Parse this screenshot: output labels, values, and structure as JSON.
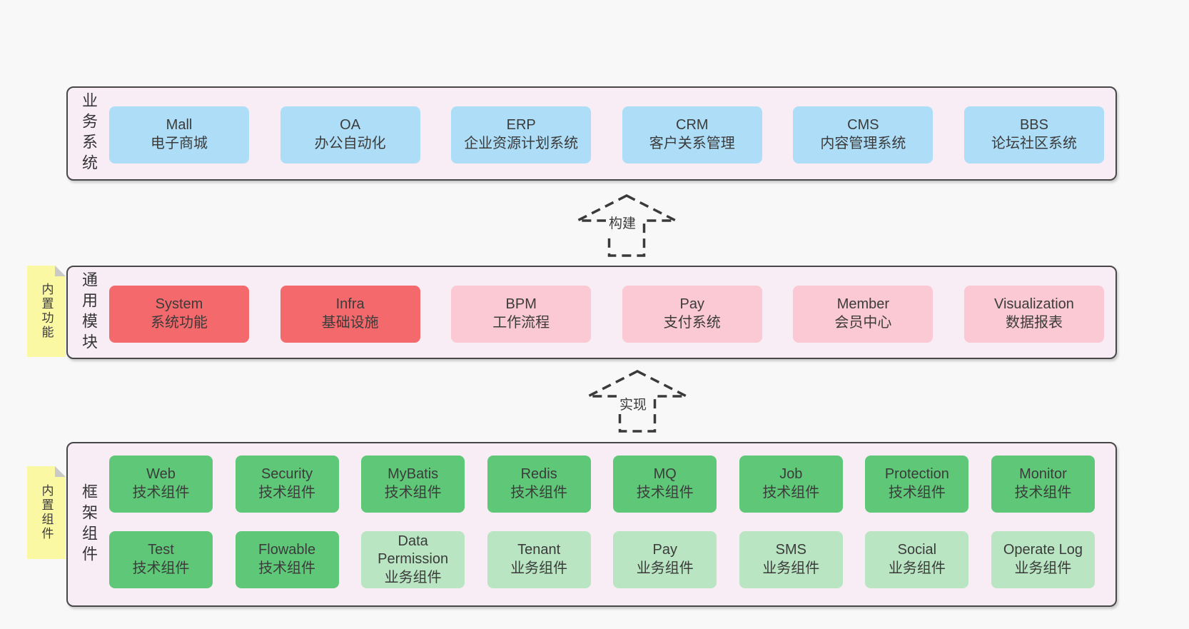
{
  "diagram": {
    "layers": [
      {
        "label": "业务系统",
        "boxes": [
          {
            "title": "Mall",
            "subtitle": "电子商城",
            "type": "blue"
          },
          {
            "title": "OA",
            "subtitle": "办公自动化",
            "type": "blue"
          },
          {
            "title": "ERP",
            "subtitle": "企业资源计划系统",
            "type": "blue"
          },
          {
            "title": "CRM",
            "subtitle": "客户关系管理",
            "type": "blue"
          },
          {
            "title": "CMS",
            "subtitle": "内容管理系统",
            "type": "blue"
          },
          {
            "title": "BBS",
            "subtitle": "论坛社区系统",
            "type": "blue"
          }
        ]
      },
      {
        "label": "通用模块",
        "note": "内置功能",
        "boxes": [
          {
            "title": "System",
            "subtitle": "系统功能",
            "type": "red"
          },
          {
            "title": "Infra",
            "subtitle": "基础设施",
            "type": "red"
          },
          {
            "title": "BPM",
            "subtitle": "工作流程",
            "type": "pink"
          },
          {
            "title": "Pay",
            "subtitle": "支付系统",
            "type": "pink"
          },
          {
            "title": "Member",
            "subtitle": "会员中心",
            "type": "pink"
          },
          {
            "title": "Visualization",
            "subtitle": "数据报表",
            "type": "pink"
          }
        ]
      },
      {
        "label": "框架组件",
        "note": "内置组件",
        "rows": [
          [
            {
              "title": "Web",
              "subtitle": "技术组件",
              "type": "green"
            },
            {
              "title": "Security",
              "subtitle": "技术组件",
              "type": "green"
            },
            {
              "title": "MyBatis",
              "subtitle": "技术组件",
              "type": "green"
            },
            {
              "title": "Redis",
              "subtitle": "技术组件",
              "type": "green"
            },
            {
              "title": "MQ",
              "subtitle": "技术组件",
              "type": "green"
            },
            {
              "title": "Job",
              "subtitle": "技术组件",
              "type": "green"
            },
            {
              "title": "Protection",
              "subtitle": "技术组件",
              "type": "green"
            },
            {
              "title": "Monitor",
              "subtitle": "技术组件",
              "type": "green"
            }
          ],
          [
            {
              "title": "Test",
              "subtitle": "技术组件",
              "type": "green"
            },
            {
              "title": "Flowable",
              "subtitle": "技术组件",
              "type": "green"
            },
            {
              "title": "Data Permission",
              "subtitle": "业务组件",
              "type": "light-green"
            },
            {
              "title": "Tenant",
              "subtitle": "业务组件",
              "type": "light-green"
            },
            {
              "title": "Pay",
              "subtitle": "业务组件",
              "type": "light-green"
            },
            {
              "title": "SMS",
              "subtitle": "业务组件",
              "type": "light-green"
            },
            {
              "title": "Social",
              "subtitle": "业务组件",
              "type": "light-green"
            },
            {
              "title": "Operate Log",
              "subtitle": "业务组件",
              "type": "light-green"
            }
          ]
        ]
      }
    ],
    "arrows": [
      {
        "label": "构建"
      },
      {
        "label": "实现"
      }
    ],
    "colors": {
      "page_bg": "#f8f8f8",
      "panel_bg": "#f8edf5",
      "panel_border": "#474747",
      "blue": "#aedef7",
      "red": "#f4696c",
      "pink": "#fbc9d3",
      "green": "#5fc878",
      "light_green": "#b9e5c2",
      "note_yellow": "#fbf8a3",
      "note_fold": "#c9c9c9",
      "text": "#3b3b3b"
    }
  }
}
